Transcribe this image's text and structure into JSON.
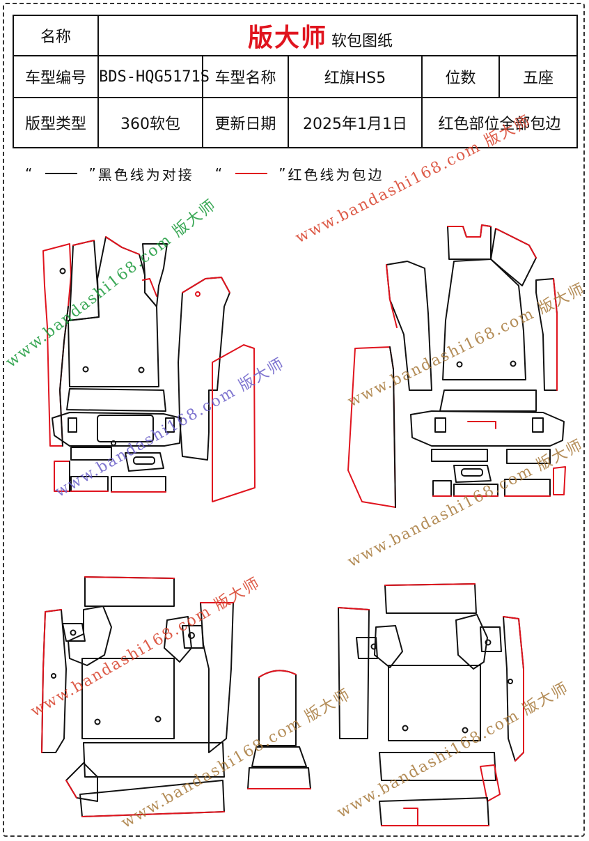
{
  "header": {
    "name_label": "名称",
    "brand": "版大师",
    "doc_type": "软包图纸",
    "model_code_label": "车型编号",
    "model_code": "BDS-HQG5171S",
    "model_name_label": "车型名称",
    "model_name": "红旗HS5",
    "seats_label": "位数",
    "seats": "五座",
    "pattern_type_label": "版型类型",
    "pattern_type": "360软包",
    "update_label": "更新日期",
    "update_date": "2025年1月1日",
    "note": "红色部位全部包边"
  },
  "legend": {
    "open_quote": "“",
    "close_quote": "”",
    "black_text": "黑色线为对接",
    "red_text": "红色线为包边"
  },
  "watermark": {
    "site": "www.bandashi168.com",
    "brand": "版大师"
  },
  "colors": {
    "edge_red": "#e0141e",
    "line_black": "#111111",
    "wm_green": "#1a9a3a",
    "wm_red": "#d8402a",
    "wm_purple": "#6a5fc8",
    "wm_brown": "#a87a3c"
  }
}
